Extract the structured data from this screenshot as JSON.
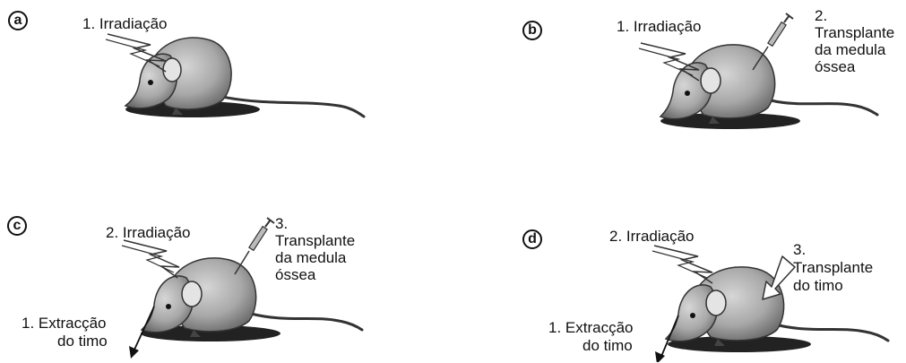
{
  "panels": [
    {
      "id": "a",
      "badge": "a",
      "irradiation_label": "1. Irradiação",
      "syringe": false,
      "transplant_label": [],
      "extraction_label": []
    },
    {
      "id": "b",
      "badge": "b",
      "irradiation_label": "1. Irradiação",
      "syringe": true,
      "transplant_label": [
        "2.",
        "Transplante",
        "da medula",
        "óssea"
      ],
      "extraction_label": []
    },
    {
      "id": "c",
      "badge": "c",
      "irradiation_label": "2. Irradiação",
      "syringe": true,
      "transplant_label": [
        "3.",
        "Transplante",
        "da medula",
        "óssea"
      ],
      "extraction_label": [
        "1. Extracção",
        "do timo"
      ]
    },
    {
      "id": "d",
      "badge": "d",
      "irradiation_label": "2. Irradiação",
      "syringe": false,
      "thymus_arrow": true,
      "transplant_label": [
        "3.",
        "Transplante",
        "do timo"
      ],
      "extraction_label": [
        "1. Extracção",
        "do timo"
      ]
    }
  ]
}
